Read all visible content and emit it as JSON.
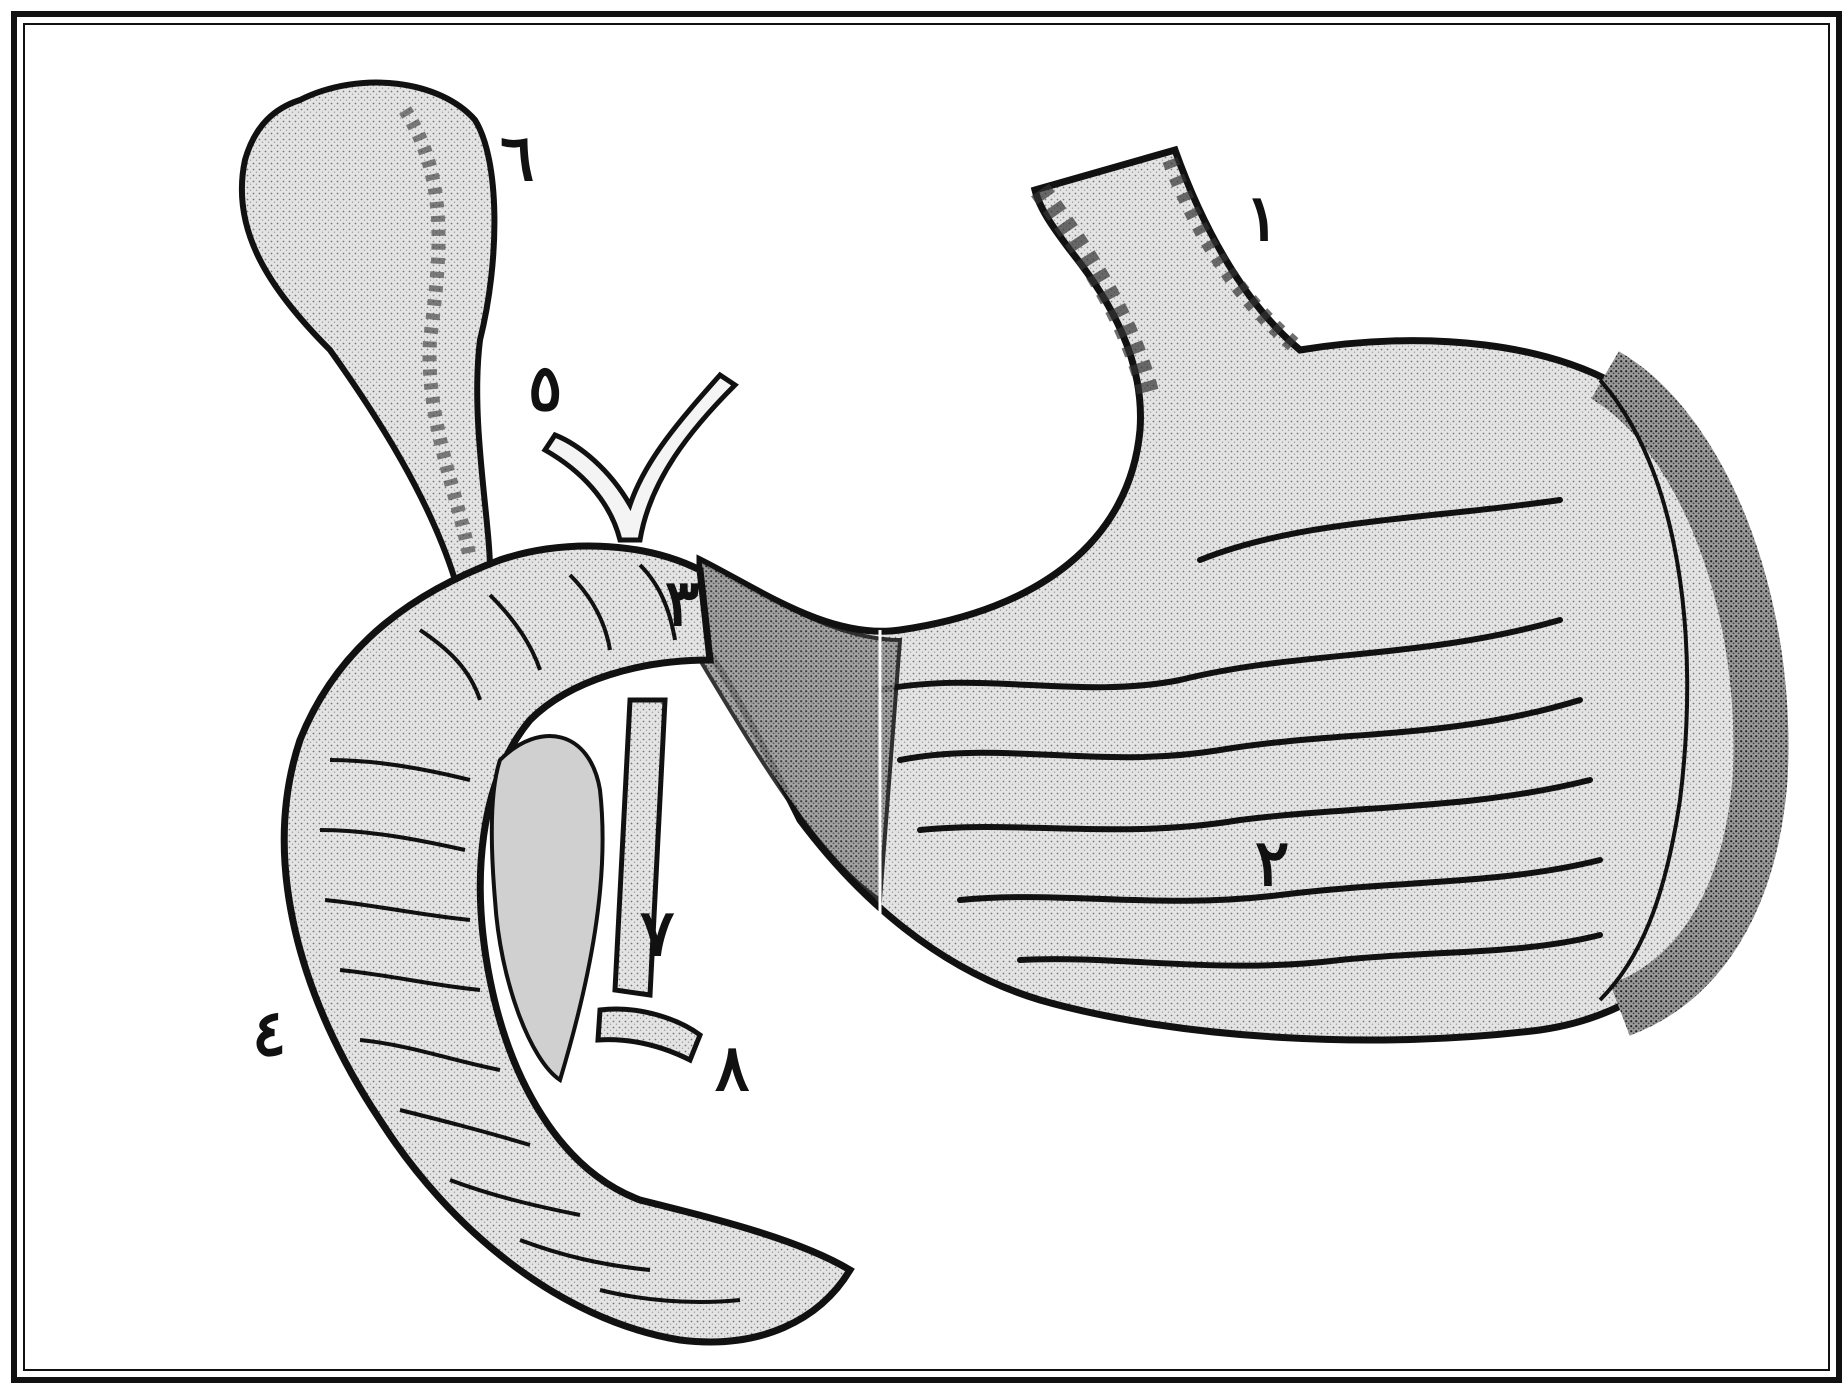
{
  "figure": {
    "labels": {
      "esophagus": "١",
      "stomach_interior": "٢",
      "pylorus": "٣",
      "duodenum": "٤",
      "bile_duct": "٥",
      "gallbladder": "٦",
      "common_duct": "٧",
      "pancreatic_duct": "٨"
    }
  },
  "colors": {
    "ink": "#111111",
    "paper": "#ffffff",
    "shade": "#d8d8d8"
  }
}
